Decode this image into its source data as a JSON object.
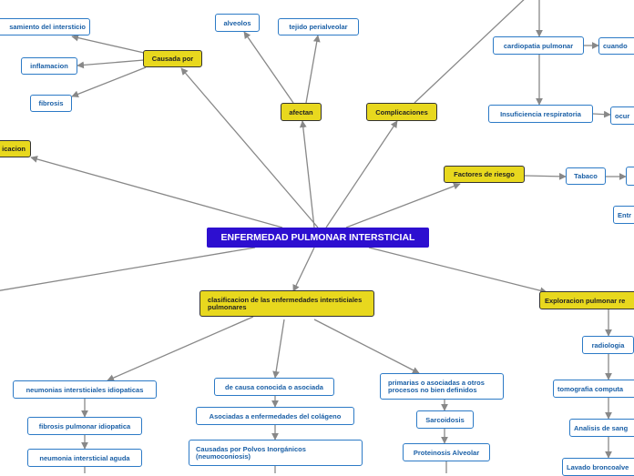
{
  "colors": {
    "center_fill": "#2d0fd0",
    "branch_fill": "#e8d81e",
    "leaf_border": "#2c7ac6",
    "leaf_text": "#1a5fa6",
    "connector": "#888888"
  },
  "center": {
    "label": "ENFERMEDAD PULMONAR INTERSTICIAL"
  },
  "branches": {
    "causada_por": "Causada por",
    "afectan": "afectan",
    "complicaciones": "Complicaciones",
    "factores_riesgo": "Factores de riesgo",
    "clasificacion_left": "icacion",
    "clasificacion_main": "clasificacion de las enfermedades intersticiales pulmonares",
    "exploracion": "Exploracion pulmonar re"
  },
  "leaves": {
    "engrosamiento": "samiento del intersticio",
    "inflamacion": "inflamacion",
    "fibrosis": "fibrosis",
    "alveolos": "alveolos",
    "tejido_perialveolar": "tejido perialveolar",
    "cardiopatia": "cardiopatia pulmonar",
    "cuando": "cuando",
    "insuficiencia": "Insuficiencia respiratoria",
    "ocurre": "ocur",
    "tabaco": "Tabaco",
    "entr": "Entr",
    "neumonias_idiopaticas": "neumonias intersticiales idiopaticas",
    "fibrosis_idiopatica": "fibrosis pulmonar idiopatica",
    "neumonia_aguda": "neumonia intersticial aguda",
    "causa_conocida": "de causa conocida o asociada",
    "colageno": "Asociadas a enfermedades del colágeno",
    "polvos_inorganicos": "Causadas por Polvos Inorgánicos (neumoconiosis)",
    "primarias": "primarias o asociadas a otros procesos no bien definidos",
    "sarcoidosis": "Sarcoidosis",
    "proteinosis": "Proteinosis Alveolar",
    "radiologia": "radiologia",
    "tomografia": "tomografia computa",
    "analisis_sangre": "Analisis de sang",
    "lavado": "Lavado broncoalve"
  }
}
